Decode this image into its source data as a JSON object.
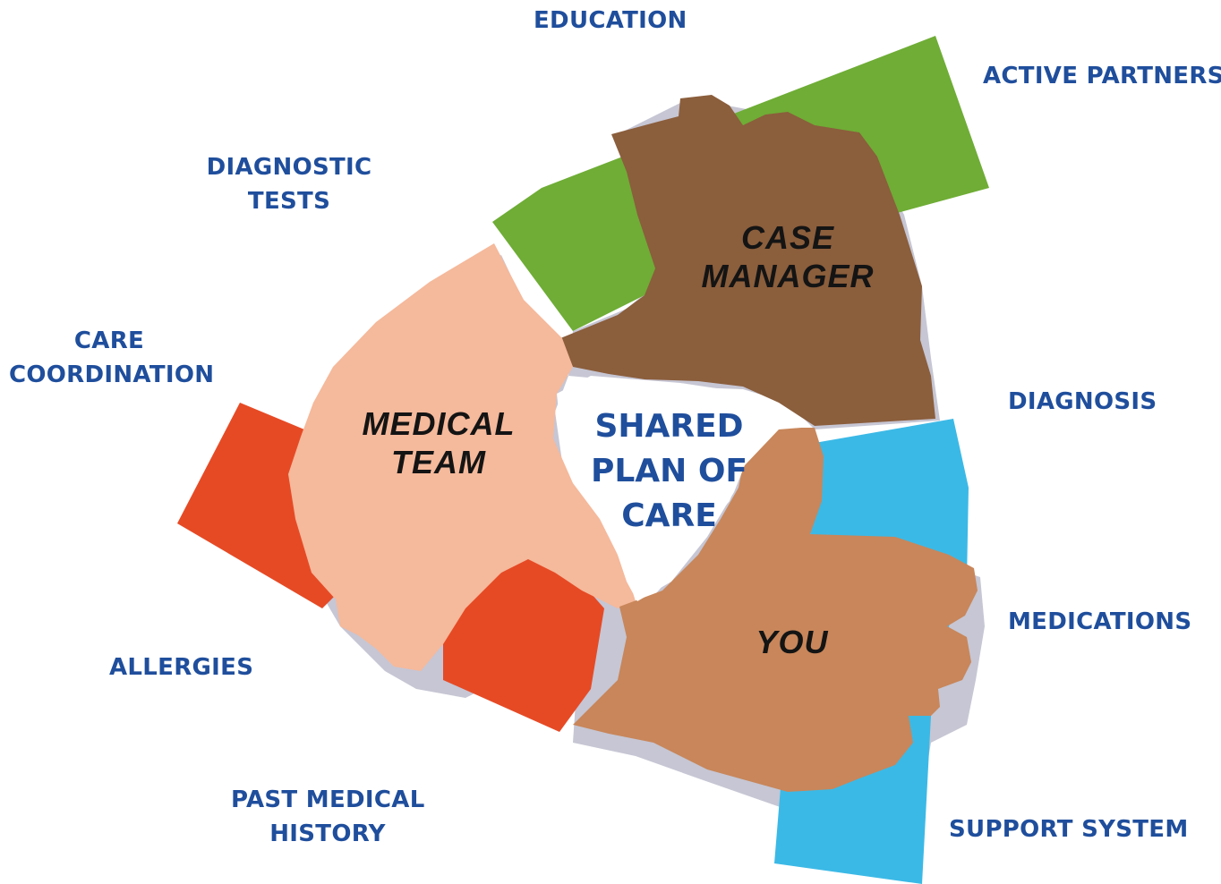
{
  "center": {
    "lines": [
      "SHARED",
      "PLAN OF",
      "CARE"
    ]
  },
  "hands": {
    "case_manager": {
      "lines": [
        "CASE",
        "MANAGER"
      ],
      "color": "#8b5e3c"
    },
    "medical_team": {
      "lines": [
        "MEDICAL",
        "TEAM"
      ],
      "color": "#f5b99b"
    },
    "you": {
      "lines": [
        "YOU"
      ],
      "color": "#c8865a"
    }
  },
  "sleeves": {
    "green": "#6fad36",
    "red": "#e64a25",
    "blue": "#3bb9e6",
    "shadow": "#c6c6d4"
  },
  "topics": {
    "education": [
      "EDUCATION"
    ],
    "active_partners": [
      "ACTIVE PARTNERS"
    ],
    "diagnostic_tests": [
      "DIAGNOSTIC",
      "TESTS"
    ],
    "care_coordination": [
      "CARE",
      "COORDINATION"
    ],
    "diagnosis": [
      "DIAGNOSIS"
    ],
    "medications": [
      "MEDICATIONS"
    ],
    "allergies": [
      "ALLERGIES"
    ],
    "past_medical_history": [
      "PAST MEDICAL",
      "HISTORY"
    ],
    "support_system": [
      "SUPPORT SYSTEM"
    ]
  },
  "text_color": "#1f4e9c"
}
